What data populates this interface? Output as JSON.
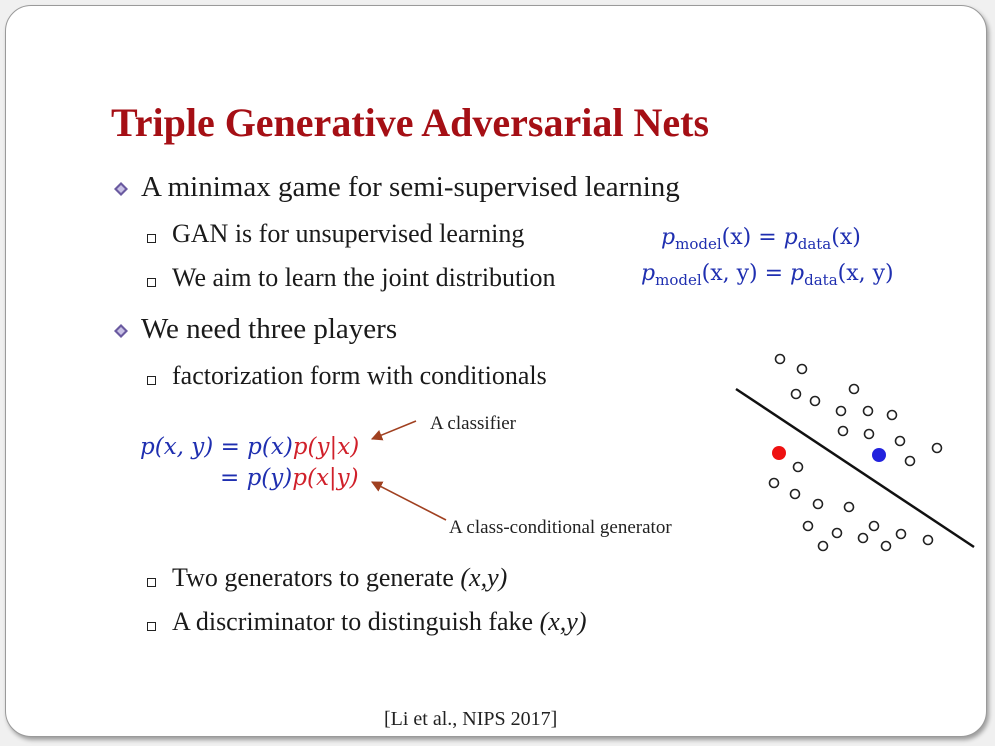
{
  "title": "Triple Generative Adversarial Nets",
  "bullets": [
    {
      "text": "A minimax game for semi-supervised learning",
      "sub": [
        "GAN is for unsupervised learning",
        "We aim to learn the joint distribution"
      ]
    },
    {
      "text": "We need three players",
      "sub": [
        "factorization form with conditionals"
      ]
    }
  ],
  "equations": {
    "eq1": {
      "p1": "p",
      "s1": "model",
      "a1": "(x) = ",
      "p2": "p",
      "s2": "data",
      "a2": "(x)"
    },
    "eq2": {
      "p1": "p",
      "s1": "model",
      "a1": "(x, y) = ",
      "p2": "p",
      "s2": "data",
      "a2": "(x, y)"
    }
  },
  "formula": {
    "line1_blue": "p(x, y) = p(x)",
    "line1_red": "p(y|x)",
    "line2_blue": "= p(y)",
    "line2_red": "p(x|y)"
  },
  "annotations": {
    "classifier": "A classifier",
    "generator": "A class-conditional generator"
  },
  "lower_bullets": [
    {
      "text": "Two generators to generate ",
      "math": "(x,y)"
    },
    {
      "text": "A discriminator to distinguish fake ",
      "math": "(x,y)"
    }
  ],
  "citation": "[Li et al., NIPS 2017]",
  "colors": {
    "title": "#a50f15",
    "equation_blue": "#1f2fb0",
    "highlight_red": "#d0202a",
    "labeled_red_point": "#ee1111",
    "labeled_blue_point": "#2222dd",
    "arrow": "#a04020"
  },
  "icons": {
    "level1_bullet": "diamond-bullet-icon",
    "level2_bullet": "square-bullet-icon"
  }
}
